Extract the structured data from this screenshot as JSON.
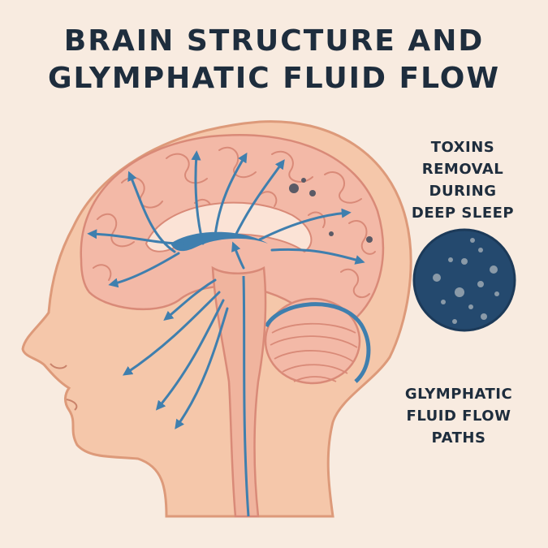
{
  "title": {
    "line1": "BRAIN STRUCTURE AND",
    "line2": "GLYMPHATIC FLUID FLOW"
  },
  "labels": {
    "toxins": [
      "TOXINS",
      "REMOVAL",
      "DURING",
      "DEEP SLEEP"
    ],
    "flow_paths": [
      "GLYMPHATIC",
      "FLUID FLOW",
      "PATHS"
    ]
  },
  "colors": {
    "background": "#f8ebe0",
    "skin": "#f5c7aa",
    "brain": "#f3b9a7",
    "fluid": "#3f7fae",
    "toxin_disc": "#24496e",
    "text": "#1e2d3d"
  }
}
